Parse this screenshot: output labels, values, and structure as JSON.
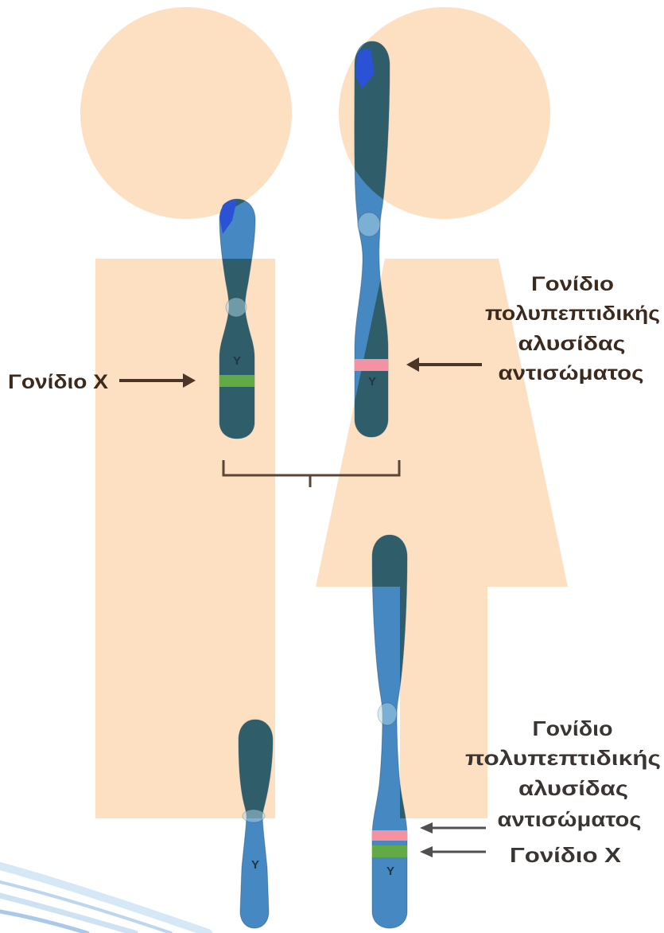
{
  "labels": {
    "gene_x_left": "Γονίδιο X",
    "antibody_gene_top": [
      "Γονίδιο",
      "πολυπεπτιδικής",
      "αλυσίδας",
      "αντισώματος"
    ],
    "antibody_gene_bottom": [
      "Γονίδιο",
      "πολυπεπτιδικής",
      "αλυσίδας",
      "αντισώματος"
    ],
    "gene_x_bottom": "Γονίδιο X"
  },
  "chromosomes": {
    "top_left": {
      "label": "Y"
    },
    "top_right": {
      "label": "Y"
    },
    "bottom_left": {
      "label": "Y"
    },
    "bottom_right": {
      "label": "Y"
    }
  },
  "colors": {
    "figure_peach": "#fde0c2",
    "chromosome_blue": "#4688c2",
    "chromosome_shaded": "#2f5e6a",
    "chromosome_tip": "#2b51d4",
    "band_green": "#62aa45",
    "band_pink": "#f492a4",
    "label_text": "#3b2a1e",
    "label_text_bottom": "#3a3532",
    "arrow_brown": "#4b3527",
    "arrow_gray": "#505050",
    "bracket": "#5b4537"
  }
}
